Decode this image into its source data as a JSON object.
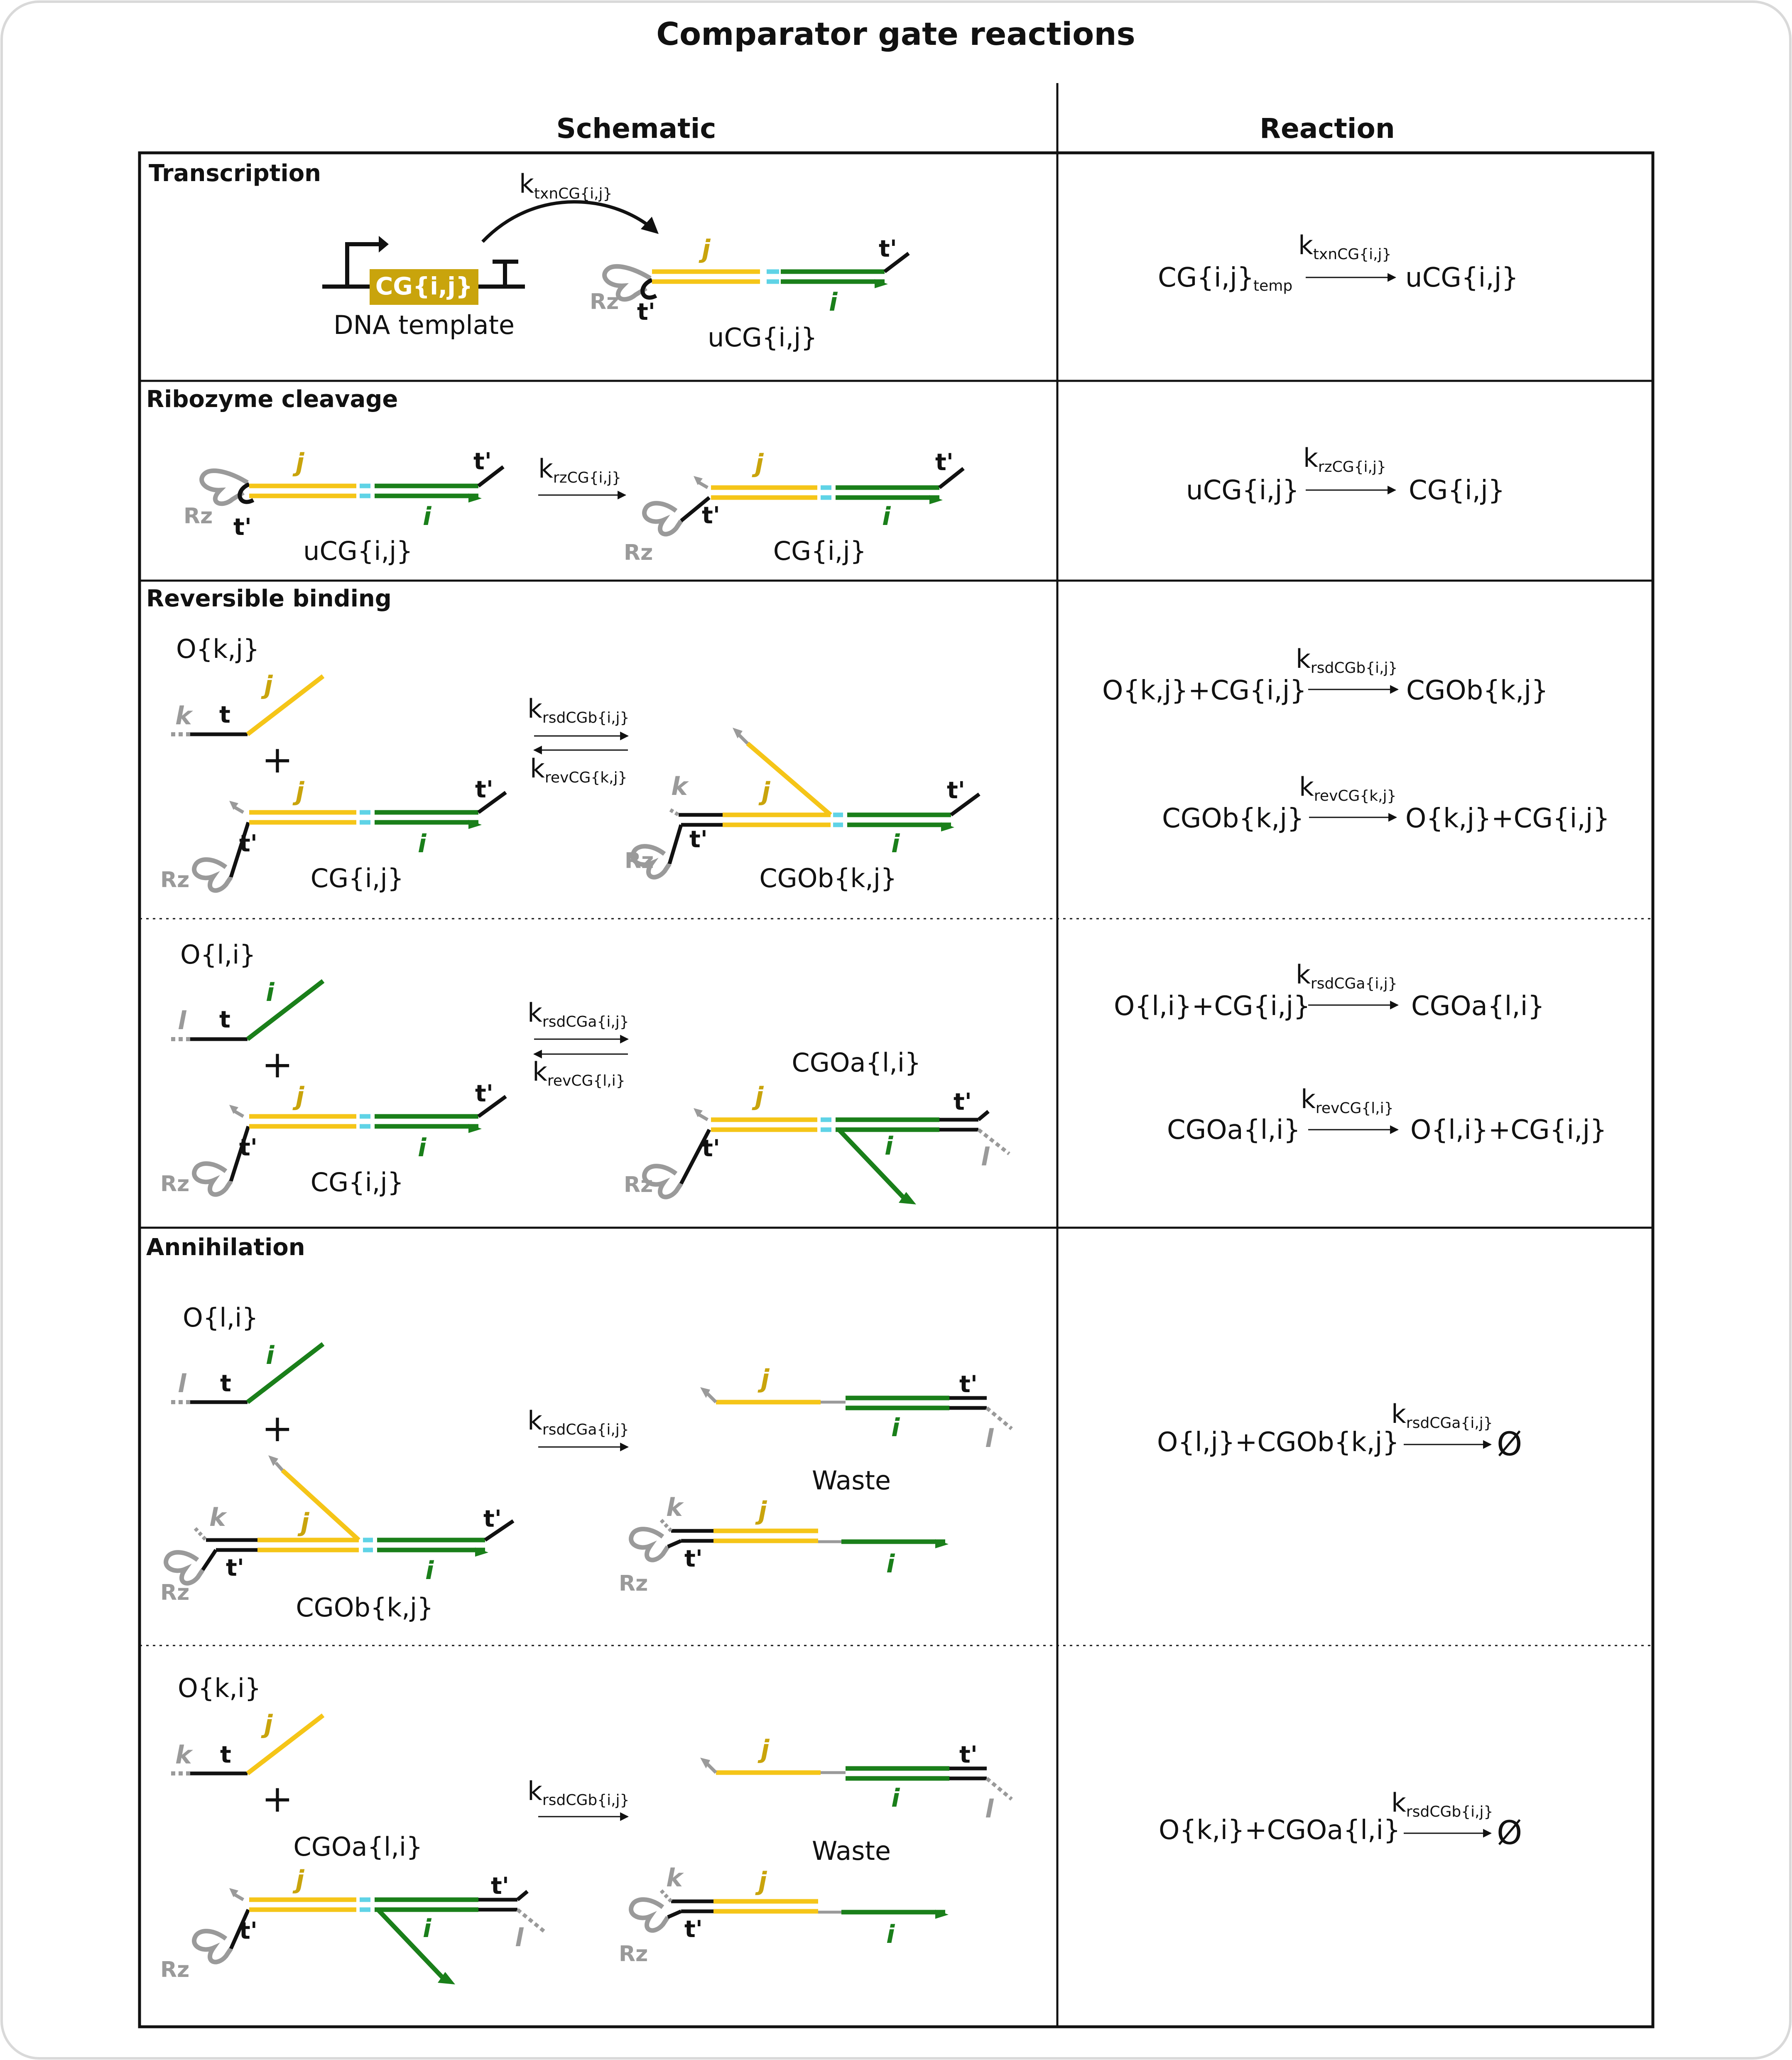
{
  "title": "Comparator gate reactions",
  "headers": {
    "schematic": "Schematic",
    "reaction": "Reaction"
  },
  "colors": {
    "yellow": "#f5c518",
    "yellow_label": "#c9a40c",
    "green": "#1a7f1a",
    "cyan": "#5fd3e6",
    "grey": "#9a9a9a",
    "black": "#111111",
    "gene_box": "#c9a40c"
  },
  "icons": [
    "promoter-arrow-icon",
    "terminator-icon",
    "reaction-arrow-icon",
    "reversible-arrows-icon",
    "ribozyme-hairpin-icon"
  ],
  "domains": {
    "j": "j",
    "i": "i",
    "k": "k",
    "l": "l",
    "t": "t",
    "tp": "t'",
    "rz": "Rz"
  },
  "sections": {
    "transcription": {
      "label": "Transcription",
      "gene": "CG{i,j}",
      "template_label": "DNA template",
      "product": "uCG{i,j}",
      "rate_k": "k",
      "rate_sub": "txnCG{i,j}",
      "eq_left": "CG{i,j}",
      "eq_left_sub": "temp",
      "eq_right": "uCG{i,j}"
    },
    "ribozyme": {
      "label": "Ribozyme cleavage",
      "reactant": "uCG{i,j}",
      "product": "CG{i,j}",
      "rate_k": "k",
      "rate_sub": "rzCG{i,j}",
      "eq_left": "uCG{i,j}",
      "eq_right": "CG{i,j}"
    },
    "binding_b": {
      "label": "Reversible binding",
      "oligo": "O{k,j}",
      "gate": "CG{i,j}",
      "product": "CGOb{k,j}",
      "fwd_k": "k",
      "fwd_sub": "rsdCGb{i,j}",
      "rev_k": "k",
      "rev_sub": "revCG{k,j}",
      "eq1_left": "O{k,j}+CG{i,j}",
      "eq1_right": "CGOb{k,j}",
      "eq2_left": "CGOb{k,j}",
      "eq2_right": "O{k,j}+CG{i,j}"
    },
    "binding_a": {
      "oligo": "O{l,i}",
      "gate": "CG{i,j}",
      "product": "CGOa{l,i}",
      "fwd_k": "k",
      "fwd_sub": "rsdCGa{i,j}",
      "rev_k": "k",
      "rev_sub": "revCG{l,i}",
      "eq1_left": "O{l,i}+CG{i,j}",
      "eq1_right": "CGOa{l,i}",
      "eq2_left": "CGOa{l,i}",
      "eq2_right": "O{l,i}+CG{i,j}"
    },
    "annihilation_1": {
      "label": "Annihilation",
      "oligo": "O{l,i}",
      "gate": "CGOb{k,j}",
      "waste": "Waste",
      "rate_k": "k",
      "rate_sub": "rsdCGa{i,j}",
      "eq_left": "O{l,j}+CGOb{k,j}",
      "eq_right": "Ø"
    },
    "annihilation_2": {
      "oligo": "O{k,i}",
      "gate": "CGOa{l,i}",
      "waste": "Waste",
      "rate_k": "k",
      "rate_sub": "rsdCGb{i,j}",
      "eq_left": "O{k,i}+CGOa{l,i}",
      "eq_right": "Ø"
    }
  }
}
